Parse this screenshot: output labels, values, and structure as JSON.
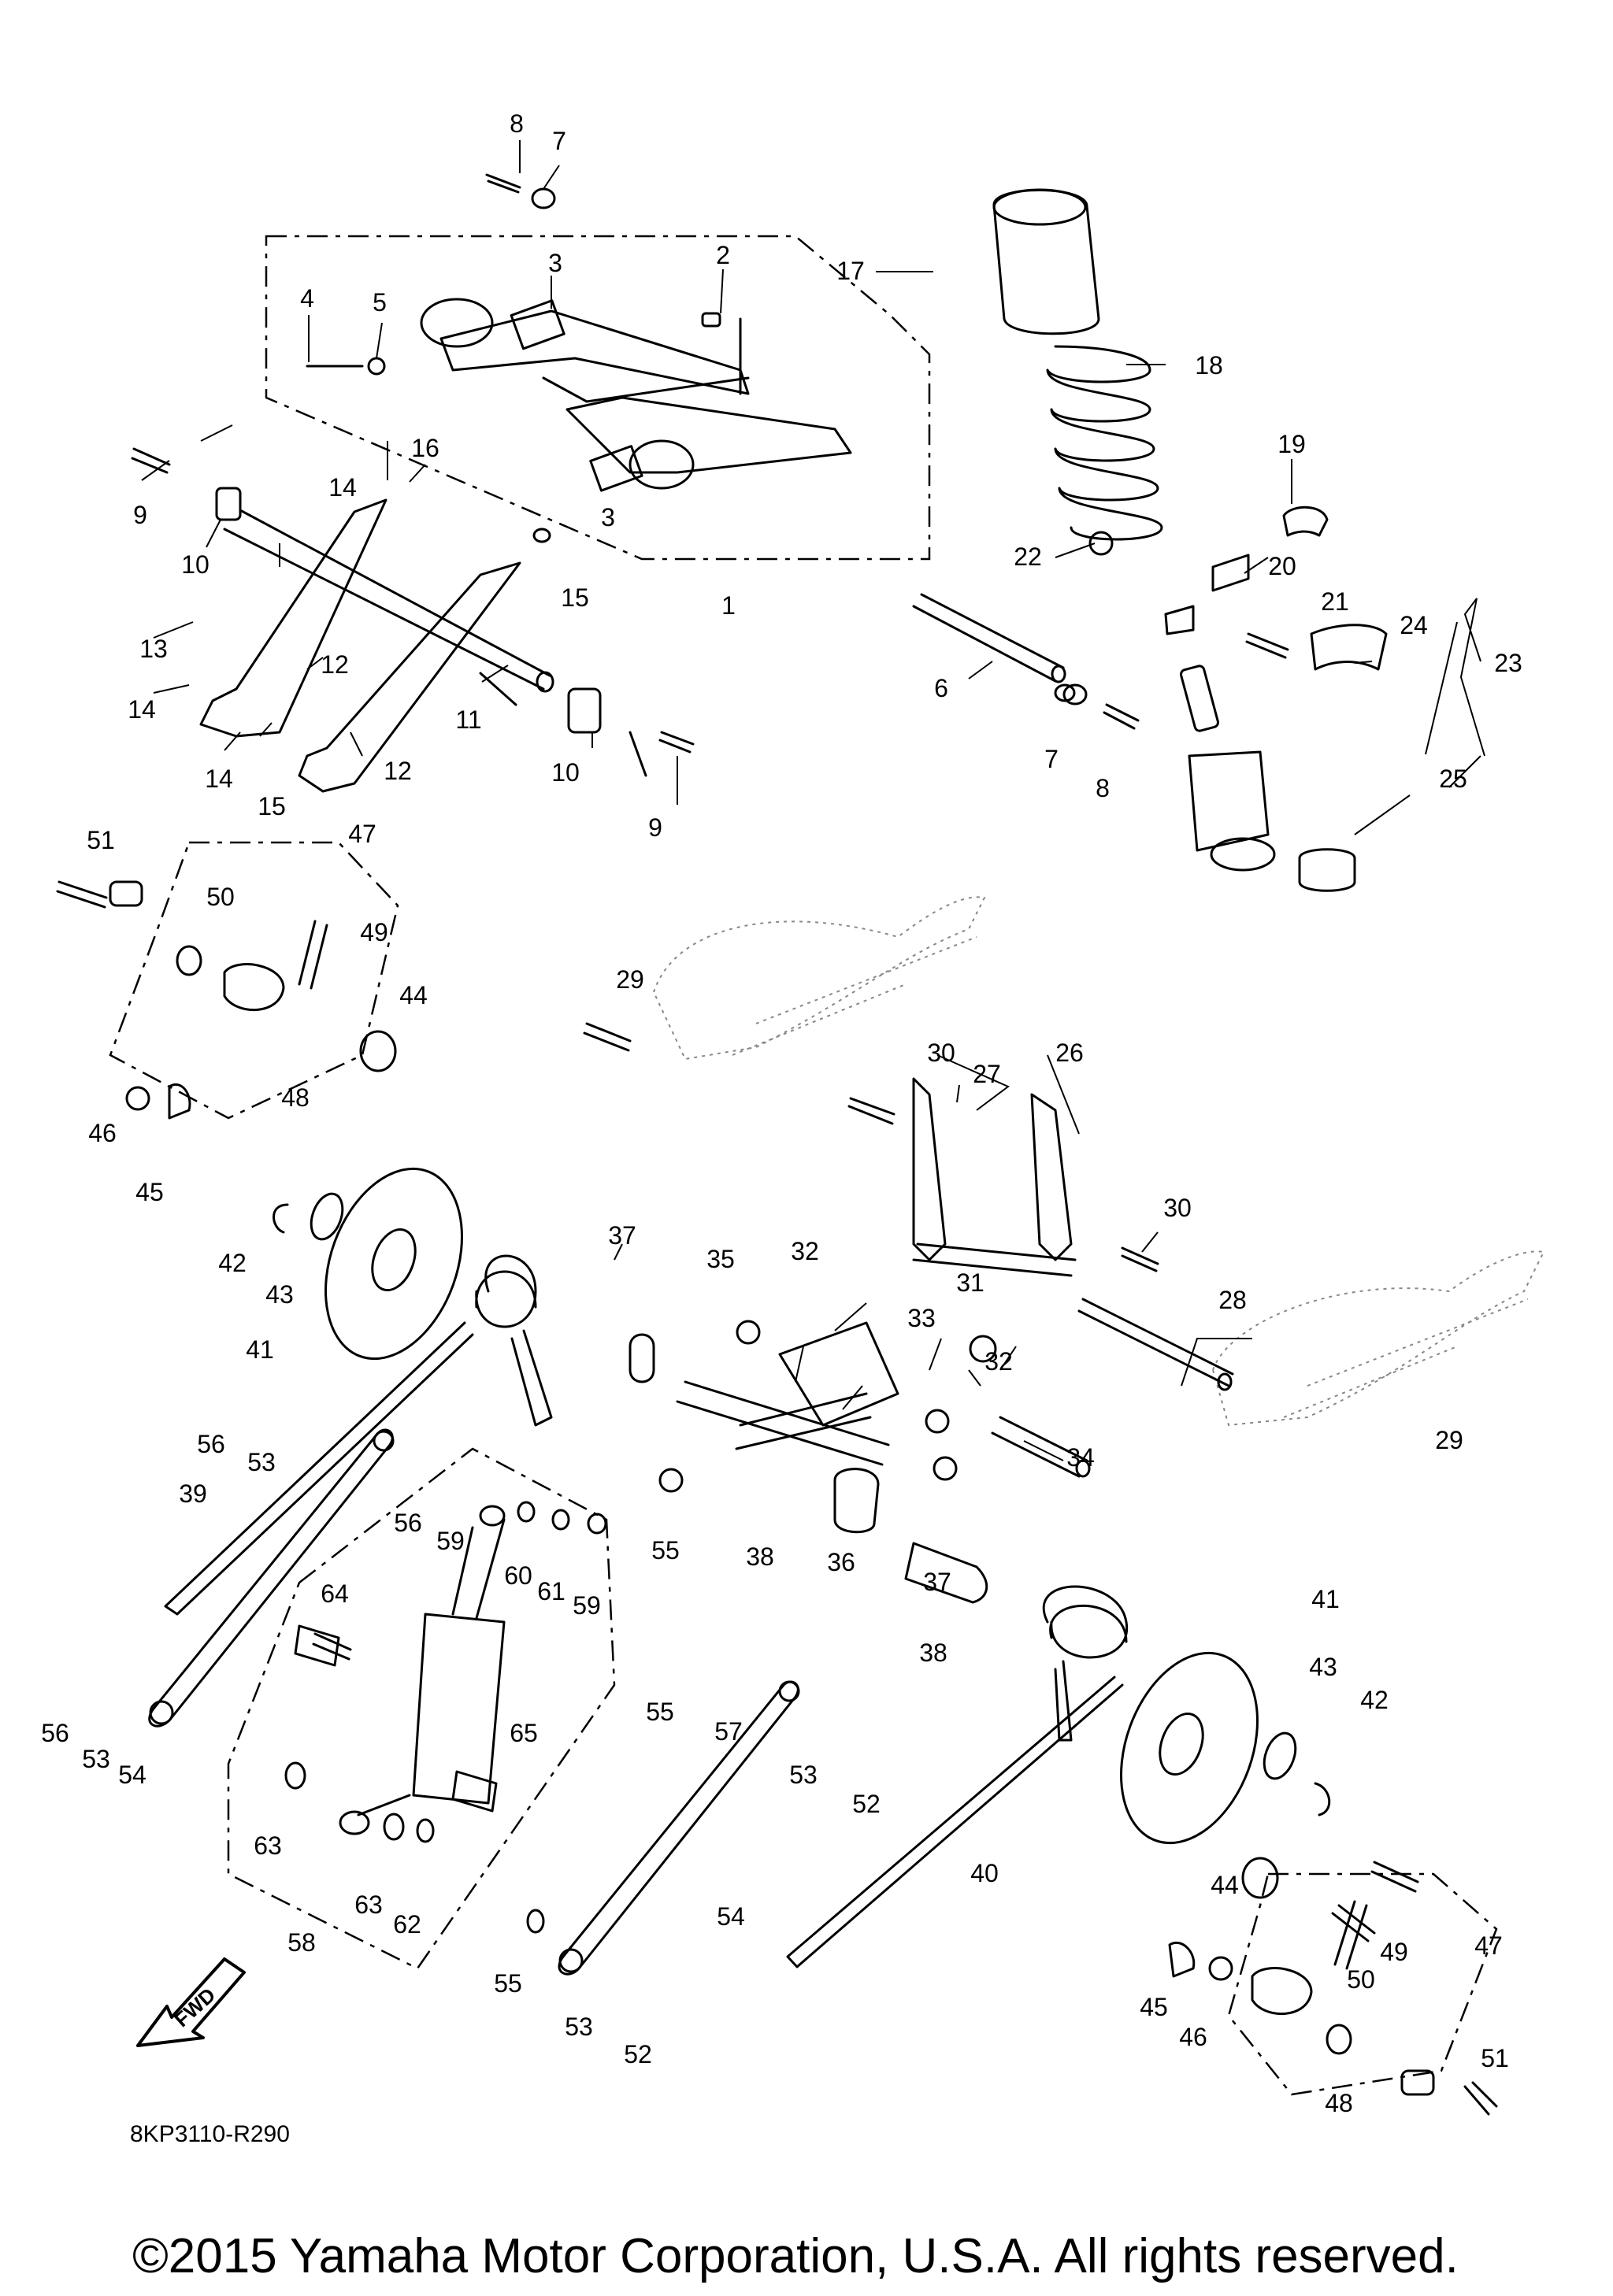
{
  "callouts": [
    {
      "text": "1"
    },
    {
      "text": "2"
    },
    {
      "text": "3"
    },
    {
      "text": "3"
    },
    {
      "text": "4"
    },
    {
      "text": "5"
    },
    {
      "text": "6"
    },
    {
      "text": "7"
    },
    {
      "text": "7"
    },
    {
      "text": "8"
    },
    {
      "text": "8"
    },
    {
      "text": "9"
    },
    {
      "text": "9"
    },
    {
      "text": "10"
    },
    {
      "text": "10"
    },
    {
      "text": "11"
    },
    {
      "text": "12"
    },
    {
      "text": "12"
    },
    {
      "text": "13"
    },
    {
      "text": "14"
    },
    {
      "text": "14"
    },
    {
      "text": "14"
    },
    {
      "text": "15"
    },
    {
      "text": "15"
    },
    {
      "text": "16"
    },
    {
      "text": "17"
    },
    {
      "text": "18"
    },
    {
      "text": "19"
    },
    {
      "text": "20"
    },
    {
      "text": "21"
    },
    {
      "text": "22"
    },
    {
      "text": "23"
    },
    {
      "text": "24"
    },
    {
      "text": "25"
    },
    {
      "text": "26"
    },
    {
      "text": "27"
    },
    {
      "text": "28"
    },
    {
      "text": "29"
    },
    {
      "text": "29"
    },
    {
      "text": "30"
    },
    {
      "text": "30"
    },
    {
      "text": "31"
    },
    {
      "text": "32"
    },
    {
      "text": "32"
    },
    {
      "text": "33"
    },
    {
      "text": "34"
    },
    {
      "text": "35"
    },
    {
      "text": "36"
    },
    {
      "text": "37"
    },
    {
      "text": "37"
    },
    {
      "text": "38"
    },
    {
      "text": "38"
    },
    {
      "text": "39"
    },
    {
      "text": "40"
    },
    {
      "text": "41"
    },
    {
      "text": "41"
    },
    {
      "text": "42"
    },
    {
      "text": "42"
    },
    {
      "text": "43"
    },
    {
      "text": "43"
    },
    {
      "text": "44"
    },
    {
      "text": "44"
    },
    {
      "text": "45"
    },
    {
      "text": "45"
    },
    {
      "text": "46"
    },
    {
      "text": "46"
    },
    {
      "text": "47"
    },
    {
      "text": "47"
    },
    {
      "text": "48"
    },
    {
      "text": "48"
    },
    {
      "text": "49"
    },
    {
      "text": "49"
    },
    {
      "text": "50"
    },
    {
      "text": "50"
    },
    {
      "text": "51"
    },
    {
      "text": "51"
    },
    {
      "text": "52"
    },
    {
      "text": "52"
    },
    {
      "text": "53"
    },
    {
      "text": "53"
    },
    {
      "text": "53"
    },
    {
      "text": "53"
    },
    {
      "text": "54"
    },
    {
      "text": "54"
    },
    {
      "text": "55"
    },
    {
      "text": "55"
    },
    {
      "text": "55"
    },
    {
      "text": "56"
    },
    {
      "text": "56"
    },
    {
      "text": "56"
    },
    {
      "text": "57"
    },
    {
      "text": "58"
    },
    {
      "text": "59"
    },
    {
      "text": "59"
    },
    {
      "text": "60"
    },
    {
      "text": "61"
    },
    {
      "text": "62"
    },
    {
      "text": "63"
    },
    {
      "text": "63"
    },
    {
      "text": "64"
    },
    {
      "text": "65"
    }
  ],
  "fwd_badge": "FWD",
  "drawing_code": "8KP3110-R290",
  "copyright": "©2015 Yamaha Motor Corporation, U.S.A. All rights reserved."
}
